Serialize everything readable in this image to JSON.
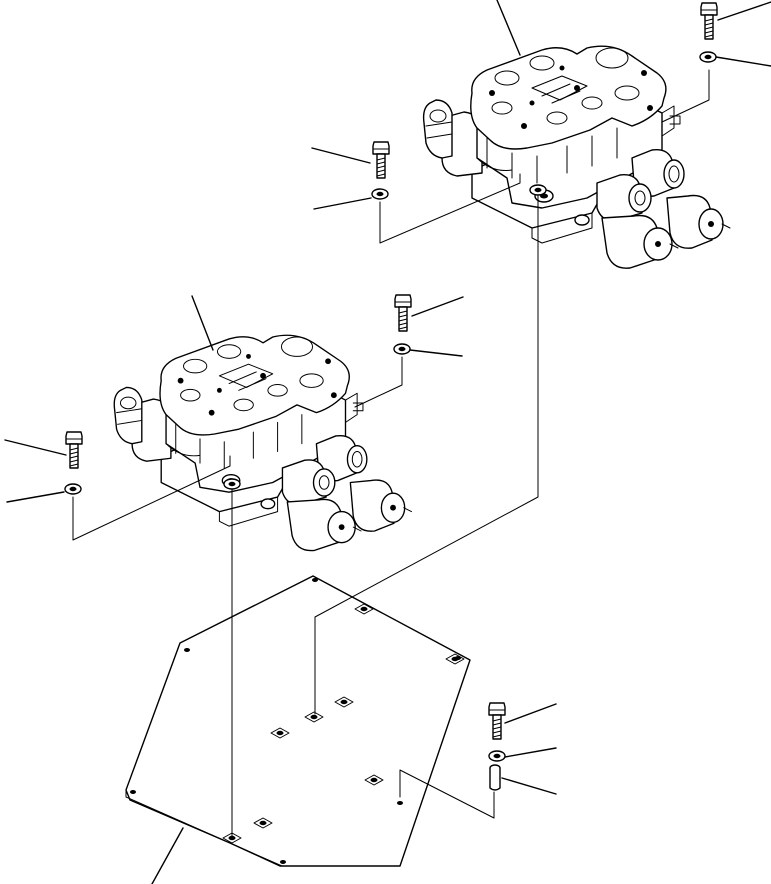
{
  "diagram": {
    "line_color": "#000000",
    "background_color": "#ffffff",
    "parts": [
      {
        "name": "upper-control-valve",
        "icon": "control-valve-icon"
      },
      {
        "name": "lower-control-valve",
        "icon": "control-valve-icon"
      },
      {
        "name": "mounting-plate",
        "icon": "plate-icon"
      },
      {
        "name": "bolt",
        "icon": "bolt-icon"
      },
      {
        "name": "washer",
        "icon": "washer-icon"
      },
      {
        "name": "spacer",
        "icon": "spacer-icon"
      }
    ]
  }
}
